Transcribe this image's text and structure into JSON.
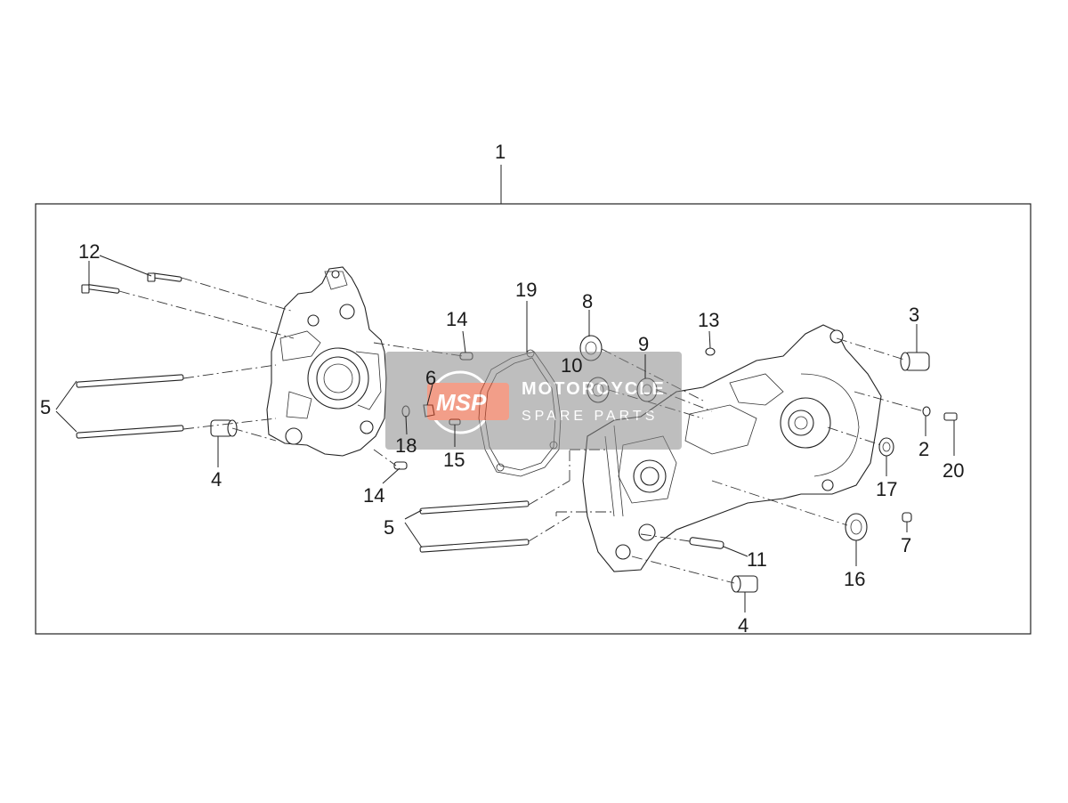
{
  "callouts": {
    "c1": "1",
    "c2": "2",
    "c3": "3",
    "c4a": "4",
    "c4b": "4",
    "c5a": "5",
    "c5b": "5",
    "c6": "6",
    "c7": "7",
    "c8": "8",
    "c9": "9",
    "c10": "10",
    "c11": "11",
    "c12": "12",
    "c13": "13",
    "c14a": "14",
    "c14b": "14",
    "c15": "15",
    "c16": "16",
    "c17": "17",
    "c18": "18",
    "c19": "19",
    "c20": "20"
  },
  "watermark": {
    "logo": "MSP",
    "brand": "MOTORCYCLE",
    "tagline": "SPARE PARTS",
    "logo_color": "#e8502a",
    "panel_color": "#888888"
  }
}
